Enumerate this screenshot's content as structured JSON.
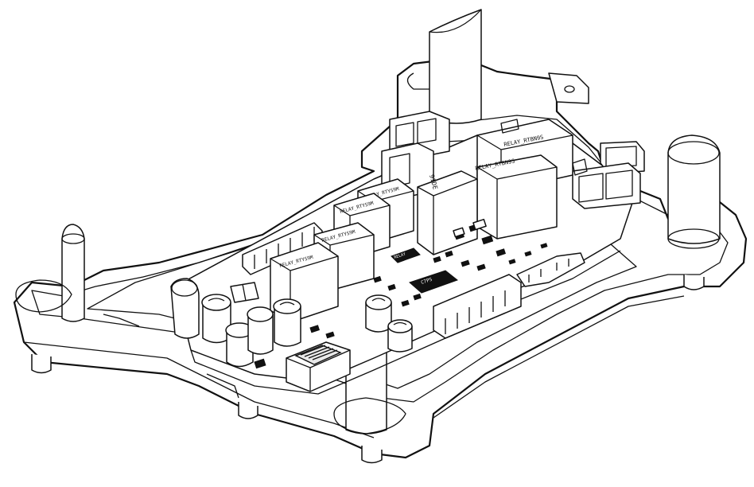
{
  "diagram": {
    "relay_labels": {
      "upper_1": "RELAY_RTBN9S",
      "upper_2": "RELAY_RTBN9S",
      "left_1": "RELAY_RTYS9M",
      "left_2": "RELAY_RTYS9M",
      "left_3": "RELAY_RTYS9M",
      "left_4": "RELAY_RTYS9M"
    },
    "chip_labels": {
      "mcu": "C7PS",
      "left_small": "RELAY",
      "vertical_text": "91DE"
    }
  }
}
